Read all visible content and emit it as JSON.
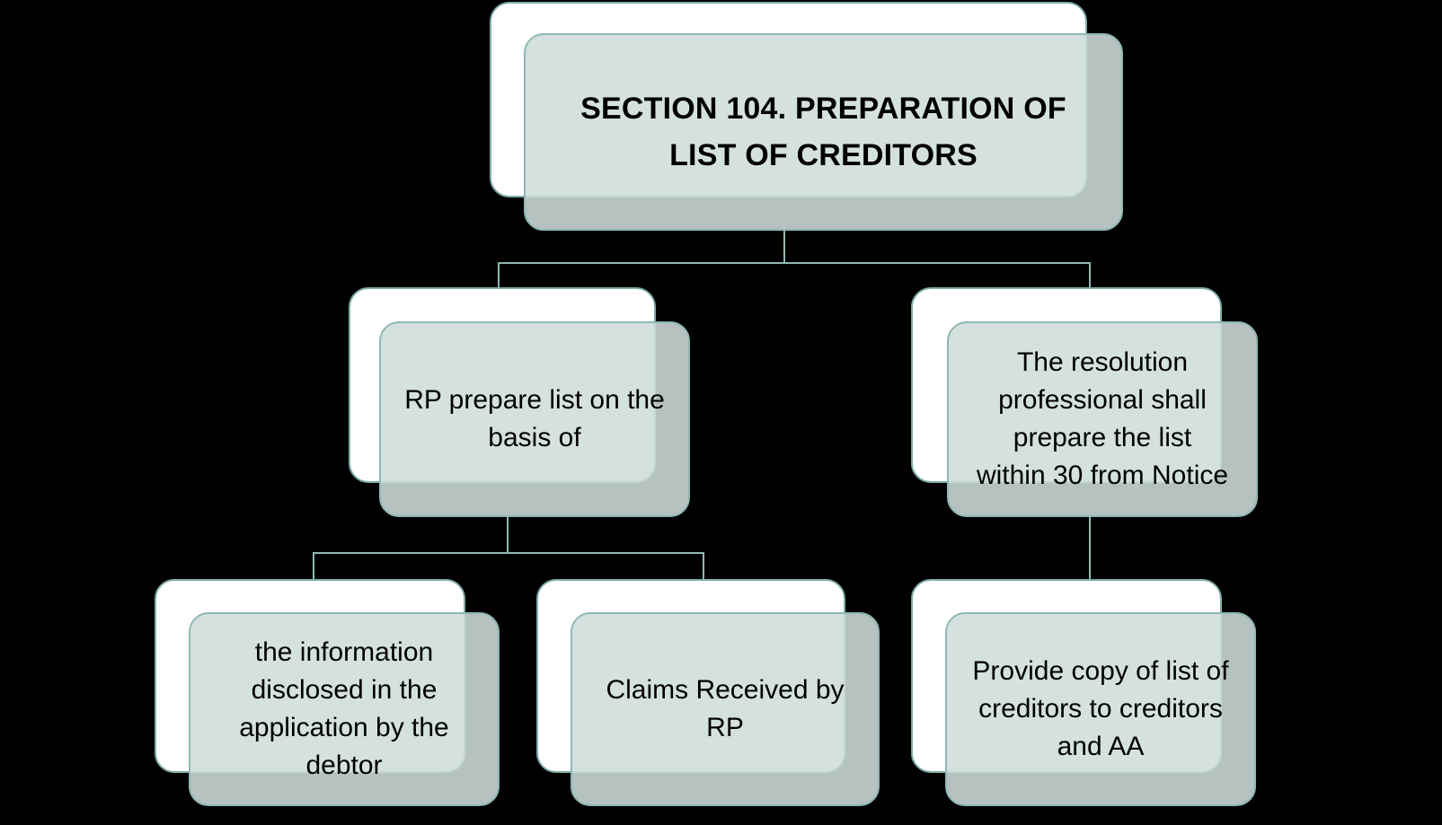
{
  "diagram": {
    "title": "SECTION 104. PREPARATION OF LIST OF CREDITORS",
    "background_color": "#000000",
    "node_fill_color": "#cedddA",
    "node_back_color": "#ffffff",
    "node_border_color": "#8fb8b4",
    "connector_color": "#8fb8b4",
    "text_color": "#000000",
    "nodes": {
      "root": {
        "label": "SECTION 104. PREPARATION OF\nLIST OF CREDITORS"
      },
      "rp_prepare": {
        "label": "RP prepare list on the\nbasis of"
      },
      "rp_30days": {
        "label": "The resolution\nprofessional shall\nprepare the list\nwithin 30 from Notice"
      },
      "info_disclosed": {
        "label": "the information\ndisclosed in the\napplication by the\ndebtor"
      },
      "claims_received": {
        "label": "Claims Received by\nRP"
      },
      "provide_copy": {
        "label": "Provide copy of list of\ncreditors to creditors\nand AA"
      }
    }
  }
}
